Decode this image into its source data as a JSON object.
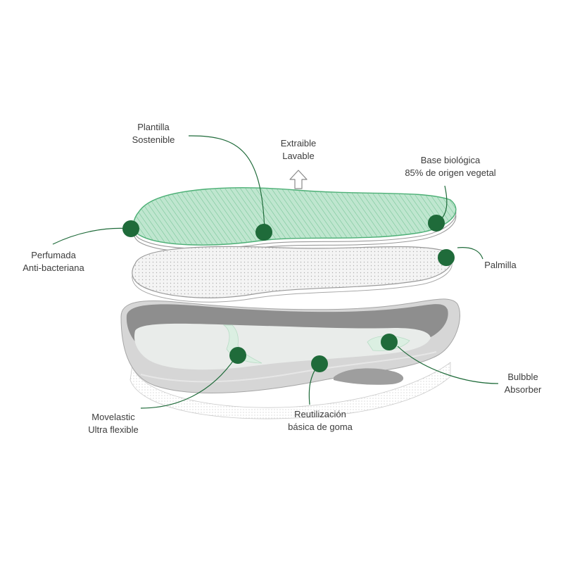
{
  "colors": {
    "accent": "#1f6b3a",
    "insole_fill": "#bfe6cf",
    "insole_stroke": "#4caf75",
    "outline": "#9a9a9a",
    "sole_dark": "#8f8f8f",
    "sole_light": "#d9d9d9",
    "label_text": "#3c3c3c"
  },
  "labels": {
    "plantilla": {
      "line1": "Plantilla",
      "line2": "Sostenible"
    },
    "extraible": {
      "line1": "Extraible",
      "line2": "Lavable"
    },
    "base": {
      "line1": "Base biológica",
      "line2": "85% de origen vegetal"
    },
    "perfumada": {
      "line1": "Perfumada",
      "line2": "Anti-bacteriana"
    },
    "palmilla": {
      "line1": "Palmilla"
    },
    "bulbble": {
      "line1": "Bulbble",
      "line2": "Absorber"
    },
    "movelastic": {
      "line1": "Movelastic",
      "line2": "Ultra flexible"
    },
    "reutilizacion": {
      "line1": "Reutilización",
      "line2": "básica de goma"
    }
  },
  "icons": {
    "extraible": "up-arrow-icon"
  }
}
